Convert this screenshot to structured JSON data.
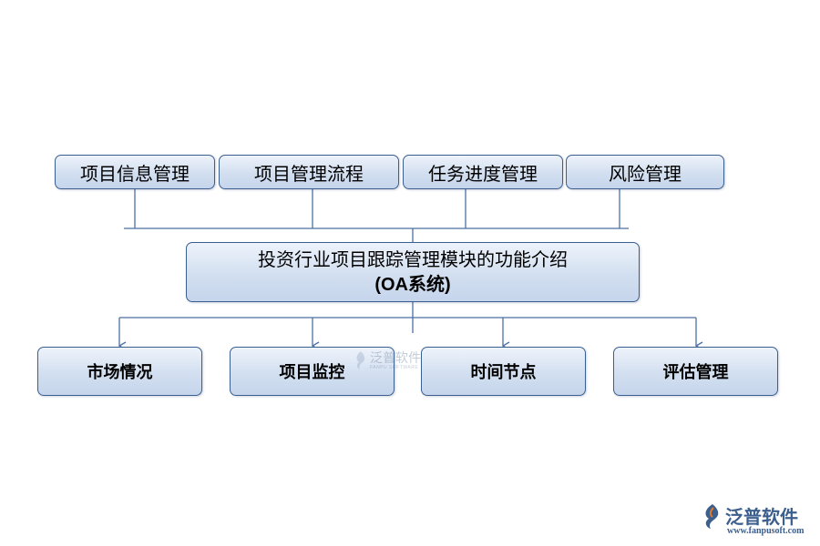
{
  "diagram": {
    "top_modules": [
      "项目信息管理",
      "项目管理流程",
      "任务进度管理",
      "风险管理"
    ],
    "center": {
      "line1": "投资行业项目跟踪管理模块的功能介绍",
      "line2": "(OA系统)"
    },
    "bottom_modules": [
      "市场情况",
      "项目监控",
      "时间节点",
      "评估管理"
    ]
  },
  "watermark": {
    "name": "泛普软件",
    "sub": "FANPU SOFTWARE"
  },
  "logo": {
    "name": "泛普软件",
    "url": "www.fanpusoft.com",
    "icon": "fanpu-logo-icon"
  },
  "colors": {
    "box_border": "#3b5f8f",
    "box_fill": "#d2dff0",
    "connector": "#4a6fa5",
    "logo": "#3c5f8e"
  }
}
